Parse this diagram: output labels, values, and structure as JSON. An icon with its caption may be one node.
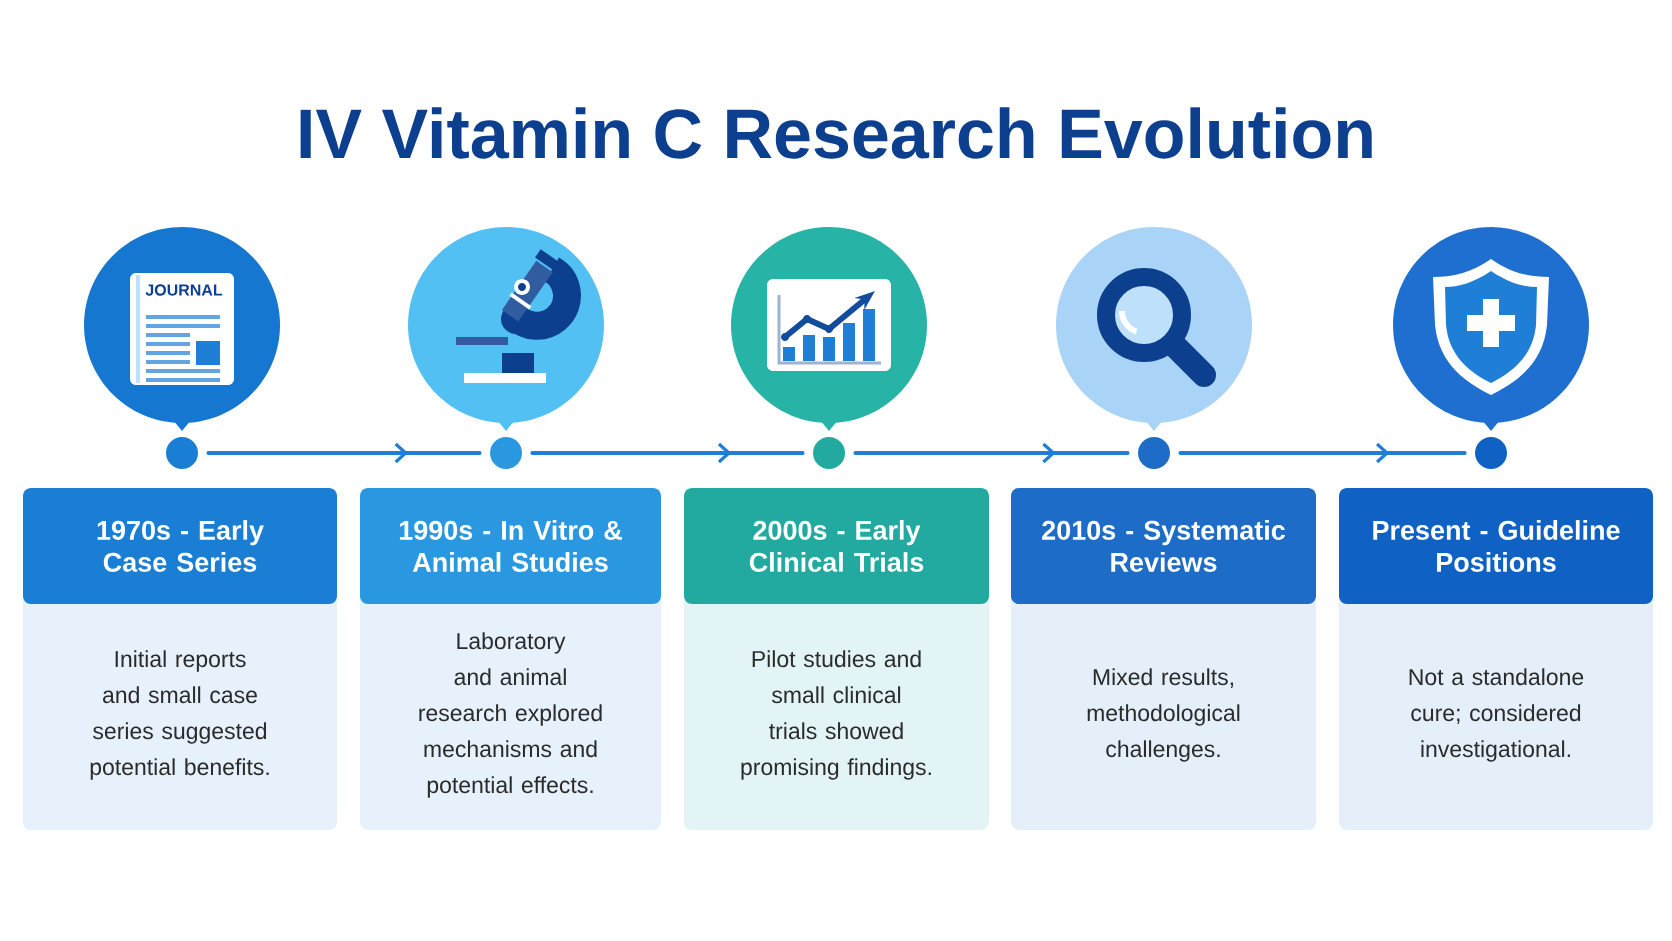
{
  "diagram": {
    "title": "IV Vitamin C Research Evolution",
    "nodes": [
      {
        "text": [],
        "shape": "circle"
      },
      {
        "text": [],
        "shape": "circle"
      },
      {
        "text": [],
        "shape": "circle"
      },
      {
        "text": [],
        "shape": "circle"
      },
      {
        "text": [],
        "shape": "circle"
      },
      {
        "text": [
          "1970s - Early Case Series",
          "Initial reports and small case series suggested potential benefits."
        ]
      },
      {
        "text": [
          "1990s - In Vitro & Animal Studies",
          "Laboratory and animal research explored mechanisms and potential effects."
        ]
      },
      {
        "text": [
          "2000s - Early Clinical Trials",
          "Pilot studies and small clinical trials showed promising findings."
        ]
      },
      {
        "text": [
          "2010s - Systematic Reviews",
          "Mixed results, methodological challenges."
        ]
      },
      {
        "text": [
          "Present - Guideline Positions",
          "Not a standalone cure; considered investigational."
        ]
      }
    ],
    "edges": [
      {
        "from": 0,
        "to": 1,
        "arrow": "to"
      },
      {
        "from": 1,
        "to": 2,
        "arrow": "to"
      },
      {
        "from": 2,
        "to": 3,
        "arrow": "to"
      },
      {
        "from": 3,
        "to": 4,
        "arrow": "to"
      }
    ],
    "labels": [
      "JOURNAL"
    ]
  }
}
